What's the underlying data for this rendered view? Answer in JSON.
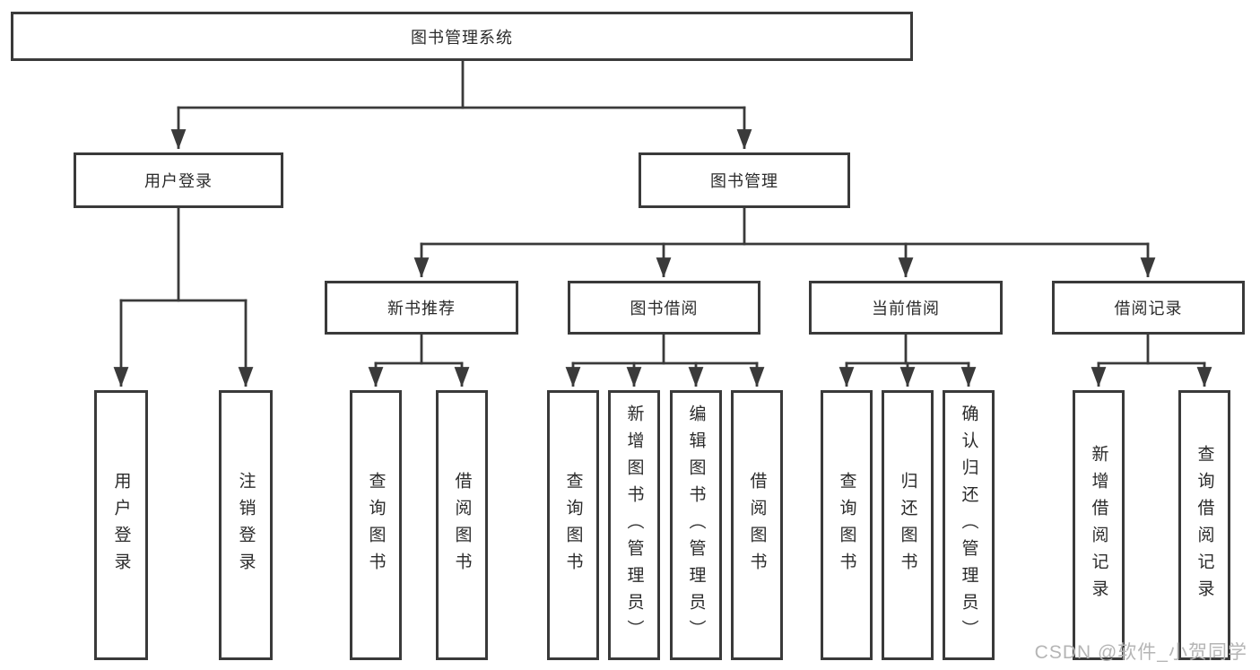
{
  "diagram": {
    "watermark": "CSDN @软件_小贺同学",
    "colors": {
      "line": "#3a3a3a",
      "box_border": "#3a3a3a",
      "box_fill": "#ffffff",
      "text": "#2b2b2b",
      "watermark": "#b5b5b5"
    }
  },
  "nodes": {
    "root": {
      "label": "图书管理系统"
    },
    "user_login": {
      "label": "用户登录"
    },
    "book_management": {
      "label": "图书管理"
    },
    "new_book_recommend": {
      "label": "新书推荐"
    },
    "book_borrow": {
      "label": "图书借阅"
    },
    "current_borrow": {
      "label": "当前借阅"
    },
    "borrow_records": {
      "label": "借阅记录"
    },
    "leaf_user_login": {
      "label": "用户登录"
    },
    "leaf_logout": {
      "label": "注销登录"
    },
    "leaf_query_books_recommend": {
      "label": "查询图书"
    },
    "leaf_borrow_books_recommend": {
      "label": "借阅图书"
    },
    "leaf_query_books_borrow": {
      "label": "查询图书"
    },
    "leaf_add_book_admin": {
      "label": "新增图书（管理员）"
    },
    "leaf_edit_book_admin": {
      "label": "编辑图书（管理员）"
    },
    "leaf_borrow_books_borrow": {
      "label": "借阅图书"
    },
    "leaf_query_books_current": {
      "label": "查询图书"
    },
    "leaf_return_book": {
      "label": "归还图书"
    },
    "leaf_confirm_return_admin": {
      "label": "确认归还（管理员）"
    },
    "leaf_add_borrow_record": {
      "label": "新增借阅记录"
    },
    "leaf_query_borrow_record": {
      "label": "查询借阅记录"
    }
  }
}
